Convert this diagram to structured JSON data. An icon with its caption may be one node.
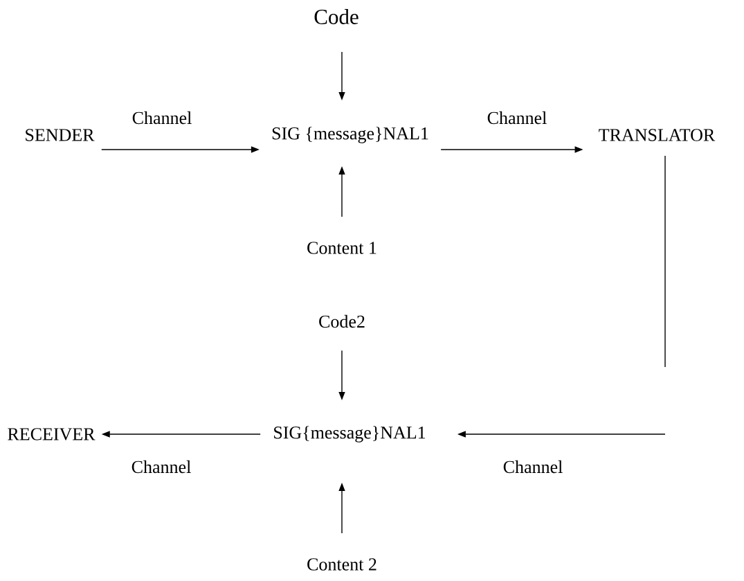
{
  "diagram": {
    "nodes": [
      {
        "text": [
          "Code"
        ]
      },
      {
        "text": [
          "SENDER"
        ]
      },
      {
        "text": [
          "SIG {message}NAL1"
        ]
      },
      {
        "text": [
          "TRANSLATOR"
        ]
      },
      {
        "text": [
          "Content 1"
        ]
      },
      {
        "text": [
          "Code2"
        ]
      },
      {
        "text": [
          "RECEIVER"
        ]
      },
      {
        "text": [
          "SIG{message}NAL1"
        ]
      },
      {
        "text": [
          "Content 2"
        ]
      }
    ],
    "edges": [
      {
        "from": 0,
        "to": 2,
        "arrow": "to"
      },
      {
        "from": 1,
        "to": 2,
        "arrow": "to",
        "label": "Channel"
      },
      {
        "from": 2,
        "to": 3,
        "arrow": "to",
        "label": "Channel"
      },
      {
        "from": 4,
        "to": 2,
        "arrow": "to"
      },
      {
        "from": 5,
        "to": 7,
        "arrow": "to"
      },
      {
        "from": 7,
        "to": 6,
        "arrow": "to",
        "label": "Channel"
      },
      {
        "from": 3,
        "to": null,
        "arrow": "none"
      },
      {
        "from": null,
        "to": 7,
        "arrow": "to",
        "label": "Channel"
      },
      {
        "from": 8,
        "to": 7,
        "arrow": "to"
      }
    ]
  }
}
